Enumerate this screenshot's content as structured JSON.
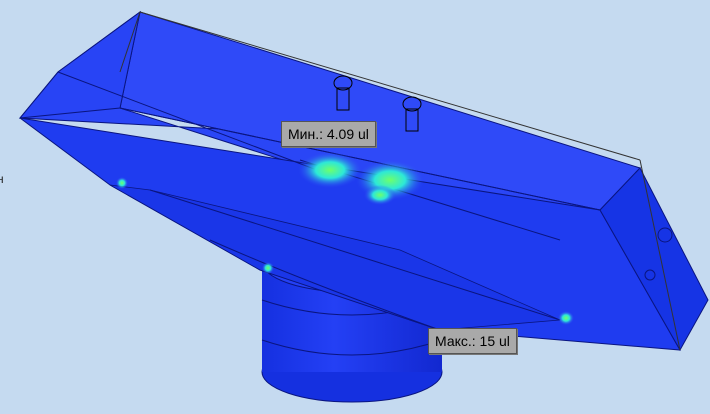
{
  "viewport": {
    "background": "#c5daf0",
    "part_color": "#1f3cf0",
    "hotspot_color": "#2df08a"
  },
  "probes": {
    "min_label": "Мин.: 4.09 ul",
    "max_label": "Макс.: 15 ul"
  },
  "edge_text": "н"
}
